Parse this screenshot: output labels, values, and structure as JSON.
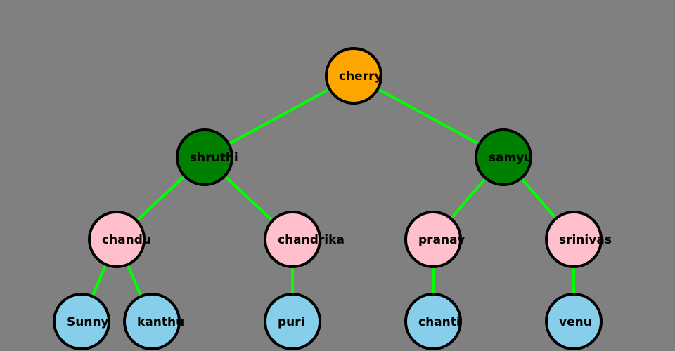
{
  "colors": {
    "background": "#808080",
    "edge": "#00ff00",
    "root": "#ffa500",
    "level1": "#008000",
    "level2": "#ffc0cb",
    "level3": "#87ceeb",
    "stroke": "#000000"
  },
  "nodes": [
    {
      "id": "cherry",
      "label": "cherry",
      "level": 0,
      "parent": null
    },
    {
      "id": "shruthi",
      "label": "shruthi",
      "level": 1,
      "parent": "cherry"
    },
    {
      "id": "samyu",
      "label": "samyu",
      "level": 1,
      "parent": "cherry"
    },
    {
      "id": "chandu",
      "label": "chandu",
      "level": 2,
      "parent": "shruthi"
    },
    {
      "id": "chandrika",
      "label": "chandrika",
      "level": 2,
      "parent": "shruthi"
    },
    {
      "id": "pranay",
      "label": "pranay",
      "level": 2,
      "parent": "samyu"
    },
    {
      "id": "srinivas",
      "label": "srinivas",
      "level": 2,
      "parent": "samyu"
    },
    {
      "id": "Sunny",
      "label": "Sunny",
      "level": 3,
      "parent": "chandu"
    },
    {
      "id": "kanthu",
      "label": "kanthu",
      "level": 3,
      "parent": "chandu"
    },
    {
      "id": "puri",
      "label": "puri",
      "level": 3,
      "parent": "chandrika"
    },
    {
      "id": "chanti",
      "label": "chanti",
      "level": 3,
      "parent": "pranay"
    },
    {
      "id": "venu",
      "label": "venu",
      "level": 3,
      "parent": "srinivas"
    }
  ]
}
